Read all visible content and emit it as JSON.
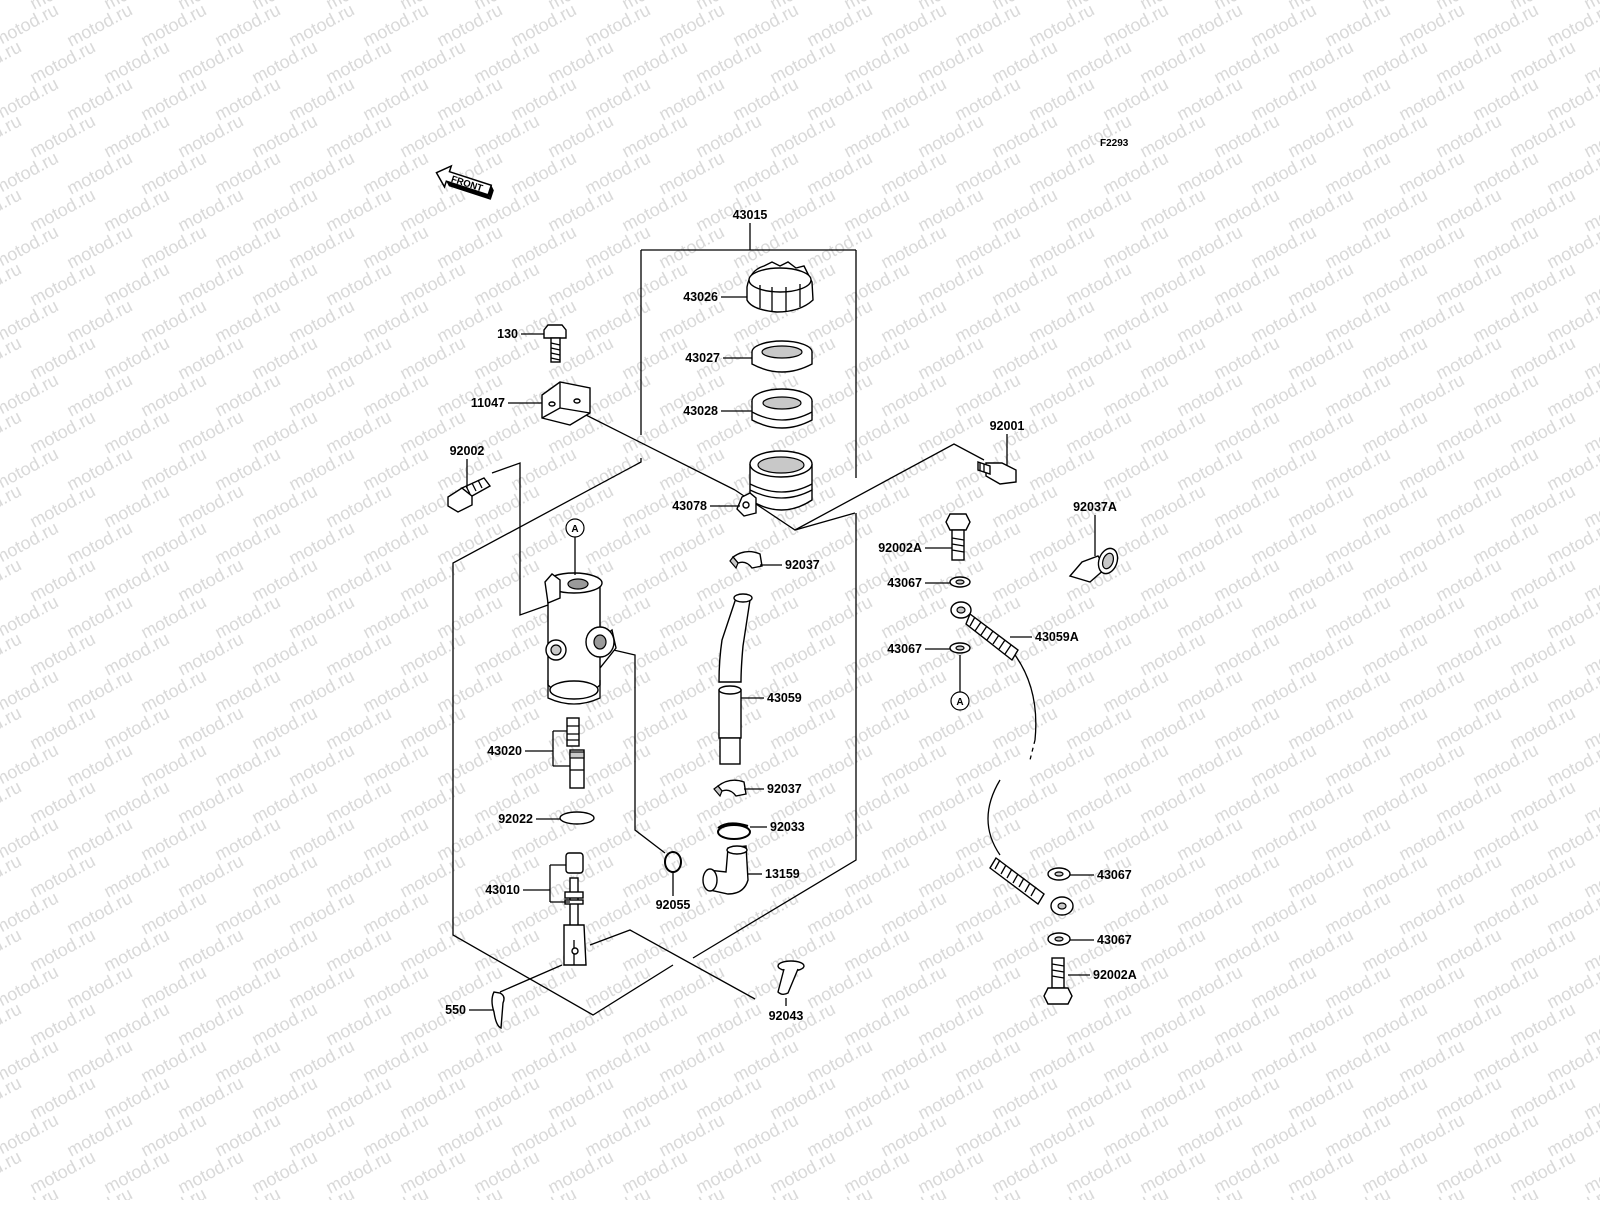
{
  "watermark": {
    "text": "motod.ru",
    "color": "#d9d9d9"
  },
  "diagram_code": "F2293",
  "front_arrow": {
    "label": "FRONT"
  },
  "callouts": {
    "p43015": "43015",
    "p43026": "43026",
    "p130": "130",
    "p43027": "43027",
    "p11047": "11047",
    "p43028": "43028",
    "p92001": "92001",
    "p92002": "92002",
    "p43078": "43078",
    "p92037A": "92037A",
    "p92002A_top": "92002A",
    "p92037_top": "92037",
    "p43067_a": "43067",
    "p43059A": "43059A",
    "p43067_b": "43067",
    "p43059": "43059",
    "p43020": "43020",
    "p92037_bottom": "92037",
    "p92022": "92022",
    "p92033": "92033",
    "p13159": "13159",
    "p43067_c": "43067",
    "p43010": "43010",
    "p92055": "92055",
    "p43067_d": "43067",
    "p92002A_bottom": "92002A",
    "p550": "550",
    "p92043": "92043"
  },
  "markers": {
    "a_top": "A",
    "a_hose": "A"
  }
}
